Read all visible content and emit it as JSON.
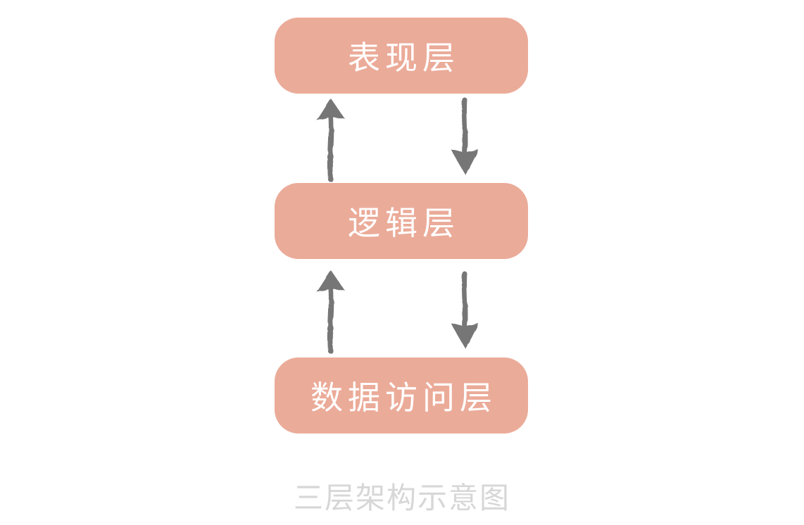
{
  "diagram": {
    "caption": "三层架构示意图",
    "layers": [
      {
        "id": "presentation",
        "label": "表现层"
      },
      {
        "id": "logic",
        "label": "逻辑层"
      },
      {
        "id": "data_access",
        "label": "数据访问层"
      }
    ],
    "arrows": [
      {
        "between": "presentation-logic",
        "direction": "up"
      },
      {
        "between": "presentation-logic",
        "direction": "down"
      },
      {
        "between": "logic-data_access",
        "direction": "up"
      },
      {
        "between": "logic-data_access",
        "direction": "down"
      }
    ],
    "colors": {
      "background": "#FFFFFF",
      "box_fill": "#EBAB99",
      "box_text": "#FFFFFF",
      "arrow": "#767676",
      "caption_text": "#D7D7D7"
    }
  }
}
